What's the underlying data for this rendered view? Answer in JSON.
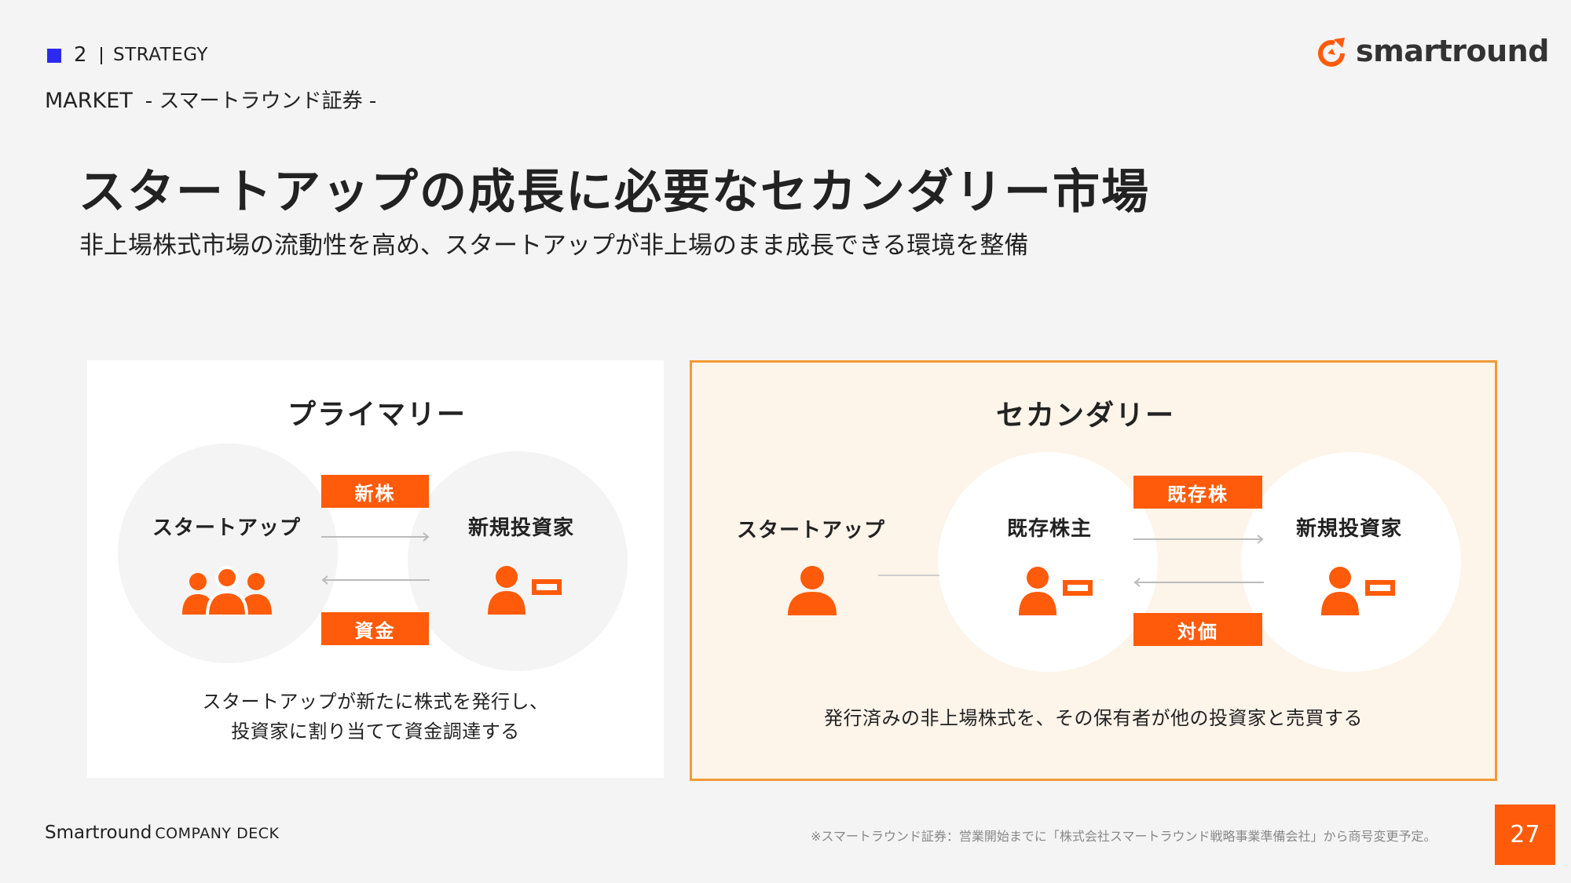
{
  "header": {
    "section_number": "2",
    "section_label": "STRATEGY",
    "market_label": "MARKET",
    "market_sub": "- スマートラウンド証券 -",
    "logo_text": "smartround"
  },
  "title": "スタートアップの成長に必要なセカンダリー市場",
  "subtitle": "非上場株式市場の流動性を高め、スタートアップが非上場のまま成長できる環境を整備",
  "primary": {
    "title": "プライマリー",
    "left_entity": "スタートアップ",
    "right_entity": "新規投資家",
    "top_tag": "新株",
    "bottom_tag": "資金",
    "description_line1": "スタートアップが新たに株式を発行し、",
    "description_line2": "投資家に割り当てて資金調達する",
    "left_icon": "group-people-icon",
    "right_icon": "investor-person-icon"
  },
  "secondary": {
    "title": "セカンダリー",
    "startup_entity": "スタートアップ",
    "middle_entity": "既存株主",
    "right_entity": "新規投資家",
    "top_tag": "既存株",
    "bottom_tag": "対価",
    "description": "発行済みの非上場株式を、その保有者が他の投資家と売買する",
    "startup_icon": "person-icon",
    "middle_icon": "shareholder-person-icon",
    "right_icon": "investor-person-icon"
  },
  "footer": {
    "brand": "Smartround",
    "deck": "COMPANY DECK",
    "footnote": "※スマートラウンド証券：営業開始までに「株式会社スマートラウンド戦略事業準備会社」から商号変更予定。",
    "page_number": "27"
  },
  "colors": {
    "accent_orange": "#ff5b0a",
    "panel_border": "#f29a36",
    "section_blue": "#2b2bf0",
    "secondary_bg": "#fdf4ea"
  }
}
